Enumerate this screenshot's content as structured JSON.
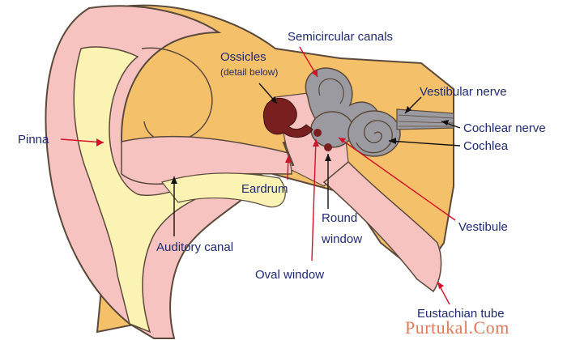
{
  "labels": {
    "pinna": "Pinna",
    "ossicles": "Ossicles",
    "ossicles_note": "(detail below)",
    "semicircular_canals": "Semicircular canals",
    "vestibular_nerve": "Vestibular nerve",
    "cochlear_nerve": "Cochlear nerve",
    "cochlea": "Cochlea",
    "eardrum": "Eardrum",
    "round_window": "Round",
    "round_window_2": "window",
    "vestibule": "Vestibule",
    "auditory_canal": "Auditory canal",
    "oval_window": "Oval window",
    "eustachian_tube": "Eustachian tube"
  },
  "watermark": "Purtukal.Com",
  "colors": {
    "skin": "#f6c3c1",
    "cartilage": "#fbf3b4",
    "tissue": "#f5c06a",
    "outline": "#5b4a3b",
    "bone": "#9a9aa0",
    "ossicle": "#7a1f1f",
    "pointer_black": "#111111",
    "pointer_red": "#d1122a",
    "label_text": "#1f2a6e"
  }
}
